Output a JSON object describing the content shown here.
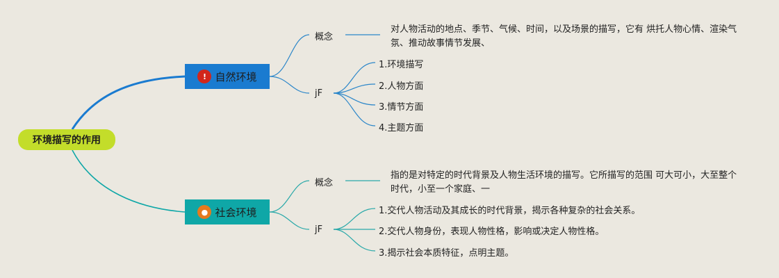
{
  "root": {
    "label": "环境描写的作用"
  },
  "branches": [
    {
      "label": "自然环境",
      "badge": "!",
      "concept_label": "概念",
      "concept_text": "对人物活动的地点、季节、气候、时间，以及场景的描写，它有 烘托人物心情、渲染气氛、推动故事情节发展、",
      "role_label": "jF",
      "items": [
        "1.环境描写",
        "2.人物方面",
        "3.情节方面",
        "4.主题方面"
      ]
    },
    {
      "label": "社会环境",
      "badge": "●",
      "concept_label": "概念",
      "concept_text": "指的是对特定的时代背景及人物生活环境的描写。它所描写的范围 可大可小，大至整个时代，小至一个家庭、一",
      "role_label": "jF",
      "items": [
        "1.交代人物活动及其成长的时代背景，揭示各种复杂的社会关系。",
        "2.交代人物身份，表现人物性格，影响或决定人物性格。",
        "3.揭示社会本质特征，点明主题。"
      ]
    }
  ],
  "colors": {
    "background": "#ebe8e0",
    "root": "#c3dd2a",
    "branch1": "#1a7bd0",
    "branch2": "#0fa7a7",
    "line1": "#2b86c9",
    "line2": "#2aa9a9",
    "badge1": "#d2261b",
    "badge2": "#e57a1e"
  }
}
